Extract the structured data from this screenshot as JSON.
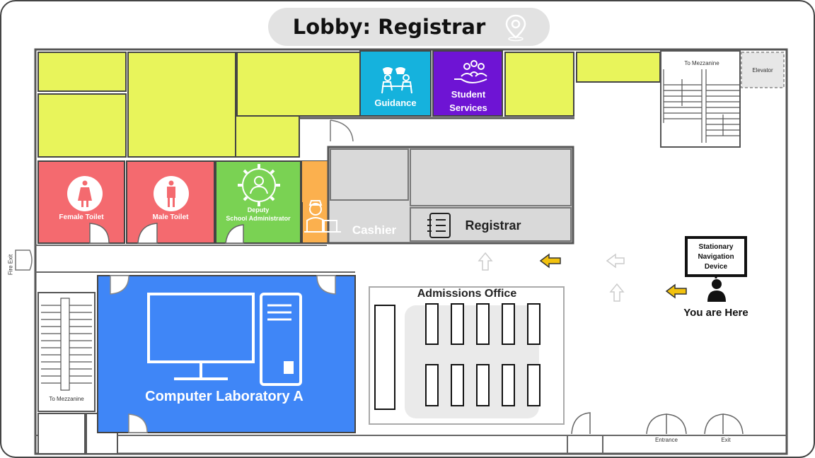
{
  "title": "Lobby: Registrar",
  "icons": {
    "pin": "location-pin-icon",
    "you_are_here": "person-icon",
    "arrow": "arrow-left-icon"
  },
  "colors": {
    "yellow": "#e8f45b",
    "red": "#f46a6f",
    "green": "#7ad253",
    "orange": "#fbb04e",
    "cyan": "#15b2dd",
    "purple": "#6e14d4",
    "blue": "#3f86f7",
    "gray": "#d9d9d9",
    "arrow_yellow": "#f2c20f"
  },
  "rooms": {
    "guidance": "Guidance",
    "student_services_1": "Student",
    "student_services_2": "Services",
    "female_toilet": "Female Toilet",
    "male_toilet": "Male Toilet",
    "deputy_1": "Deputy",
    "deputy_2": "School Administrator",
    "cashier": "Cashier",
    "registrar": "Registrar",
    "admissions": "Admissions Office",
    "computer_lab": "Computer Laboratory A"
  },
  "labels": {
    "to_mezzanine_top": "To Mezzanine",
    "elevator": "Elevator",
    "to_mezzanine_bottom": "To Mezzanine",
    "fire_exit": "Fire Exit",
    "entrance": "Entrance",
    "exit": "Exit"
  },
  "device": {
    "line1": "Stationary",
    "line2": "Navigation",
    "line3": "Device",
    "you_are_here": "You are Here"
  }
}
